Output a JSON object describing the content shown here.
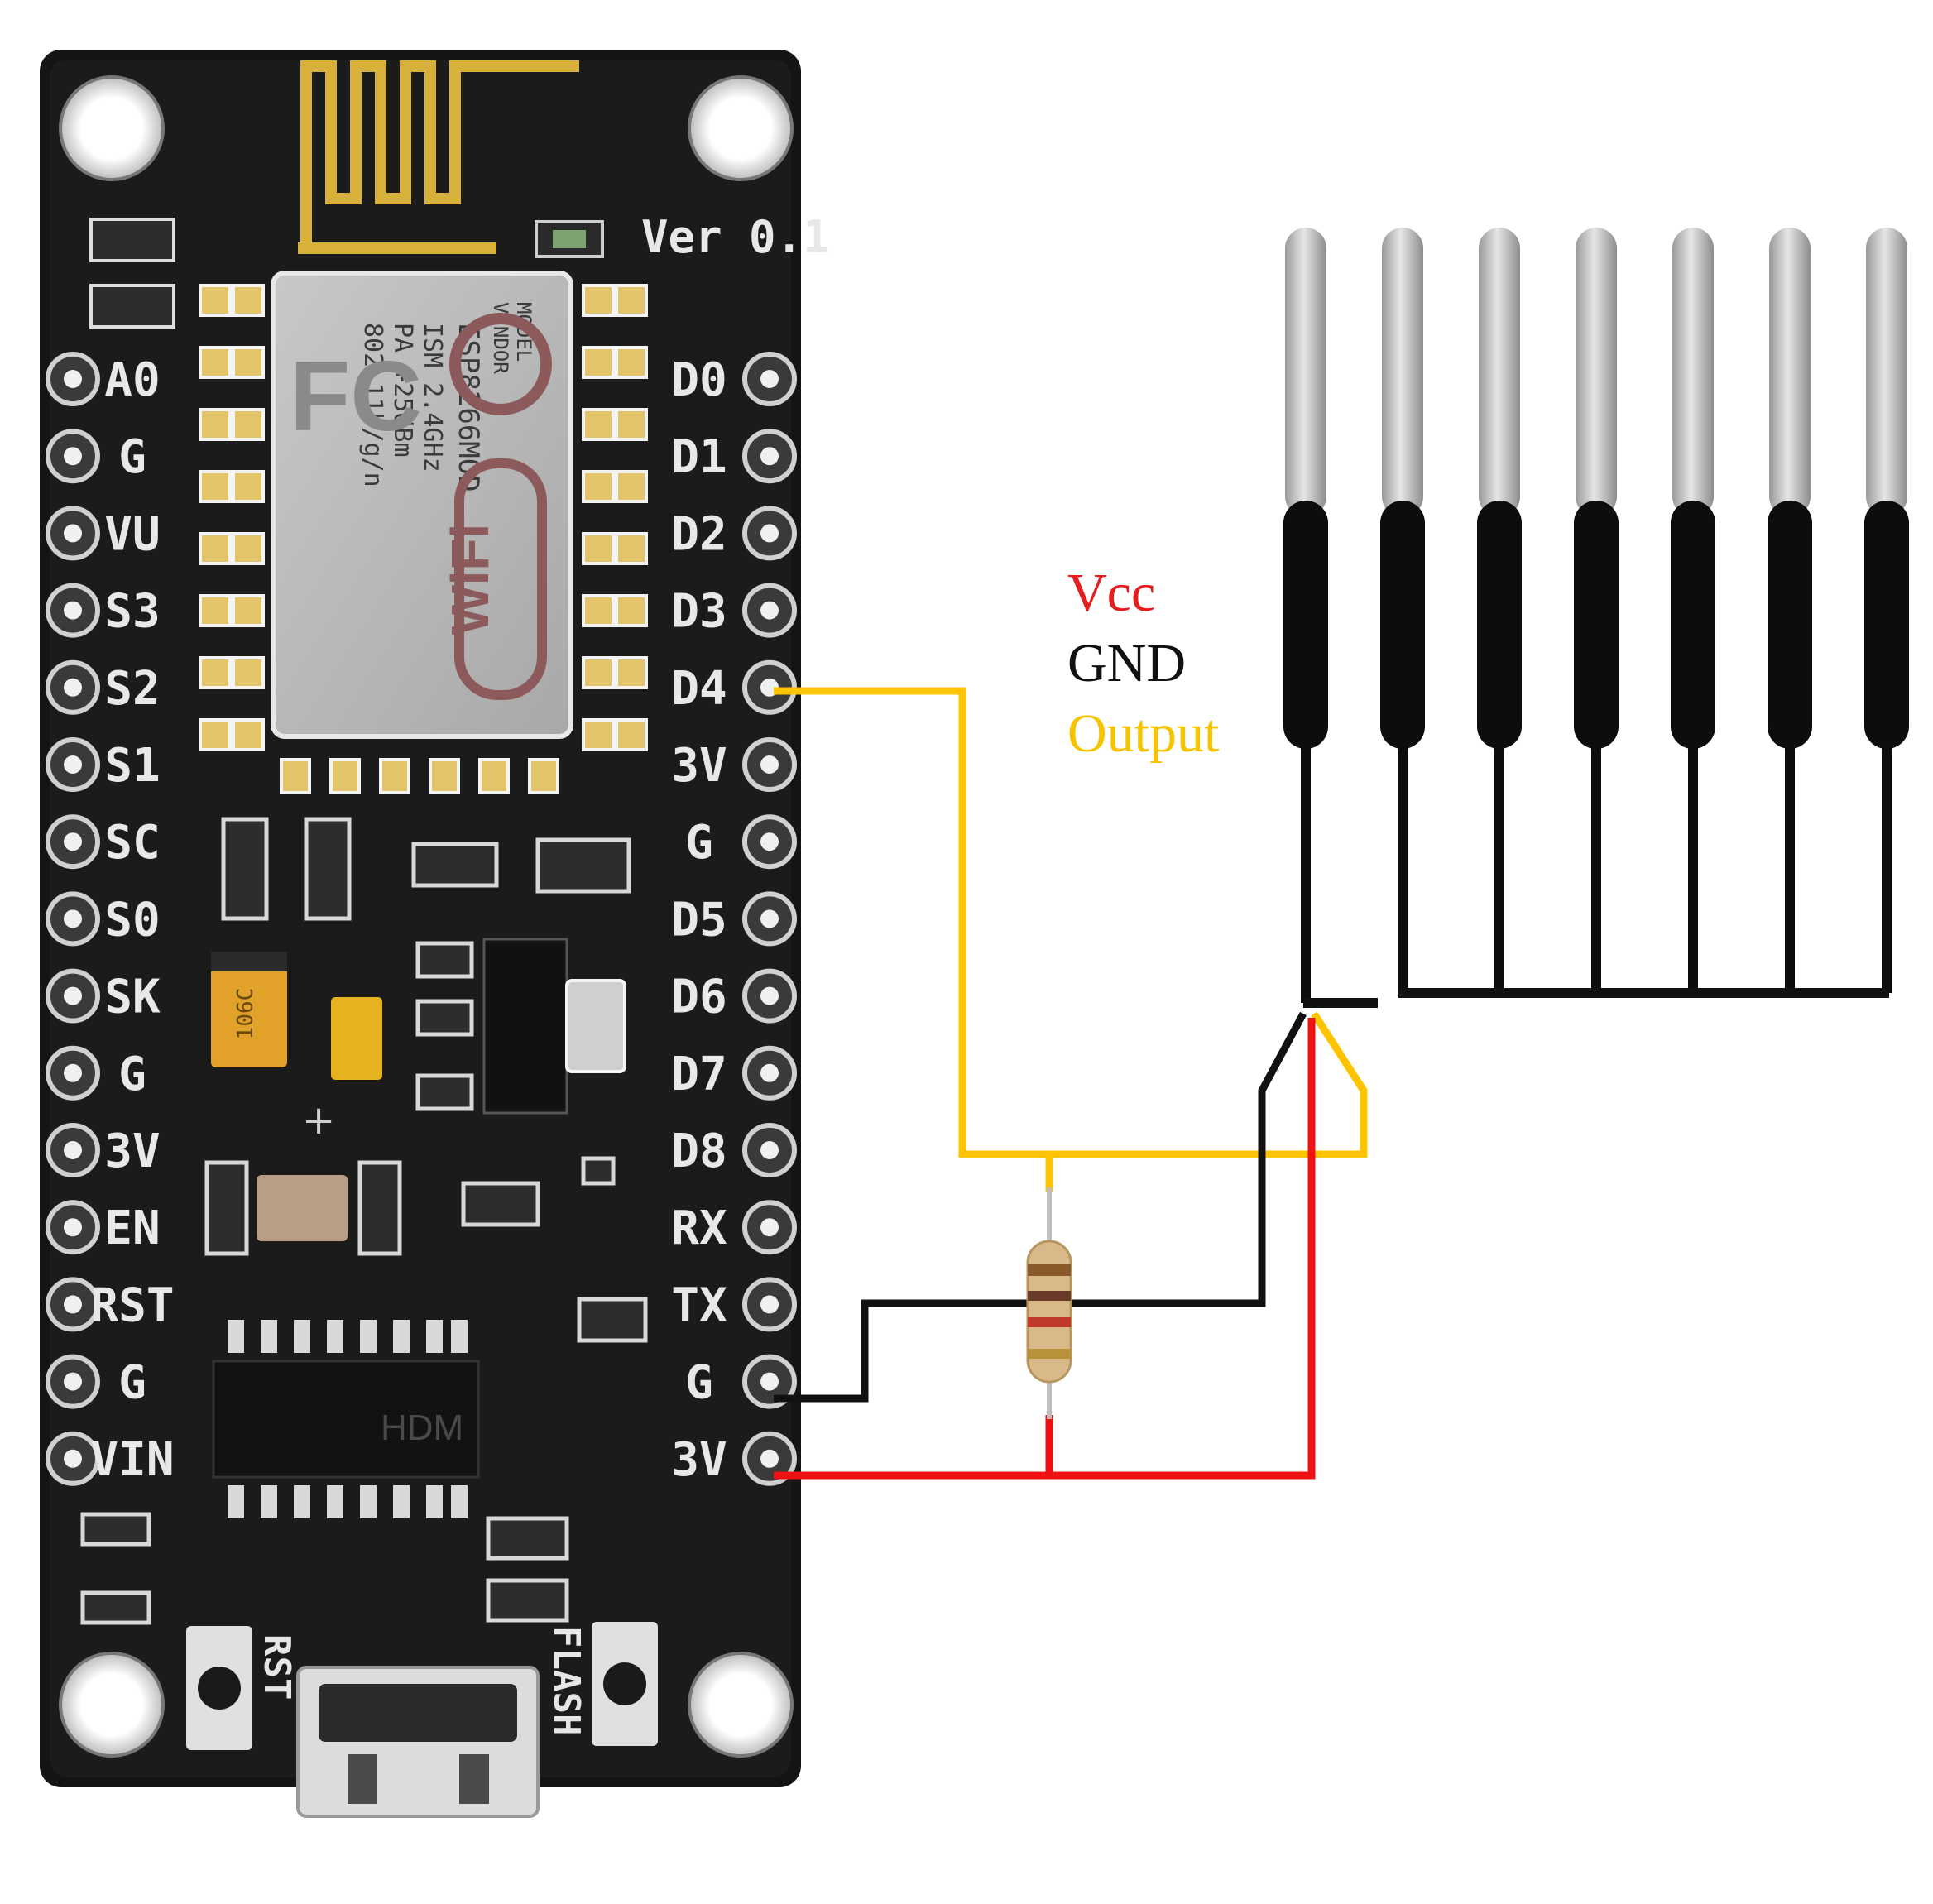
{
  "board": {
    "version_label": "Ver 0.1",
    "left_pins": [
      "A0",
      "G",
      "VU",
      "S3",
      "S2",
      "S1",
      "SC",
      "S0",
      "SK",
      "G",
      "3V",
      "EN",
      "RST",
      "G",
      "VIN"
    ],
    "right_pins": [
      "D0",
      "D1",
      "D2",
      "D3",
      "D4",
      "3V",
      "G",
      "D5",
      "D6",
      "D7",
      "D8",
      "RX",
      "TX",
      "G",
      "3V"
    ],
    "module": {
      "fcc_mark": "FC",
      "vendor_lines": [
        "MODEL",
        "VENDOR"
      ],
      "spec_lines": [
        "ESP8266MOD",
        "ISM 2.4GHz",
        "PA +25dBm",
        "802.11b/g/n"
      ],
      "wifi_logo": "WiFi"
    },
    "ic_label": "HDM",
    "tantalum_cap_label": "106C",
    "button_labels": {
      "reset": "RST",
      "flash": "FLASH"
    }
  },
  "legend": [
    {
      "label": "Vcc",
      "color": "#e41e1e"
    },
    {
      "label": "GND",
      "color": "#111111"
    },
    {
      "label": "Output",
      "color": "#f5c400"
    }
  ],
  "wire_colors": {
    "vcc": "#ee1111",
    "gnd": "#111111",
    "output": "#ffc400"
  },
  "probe_count": 7
}
